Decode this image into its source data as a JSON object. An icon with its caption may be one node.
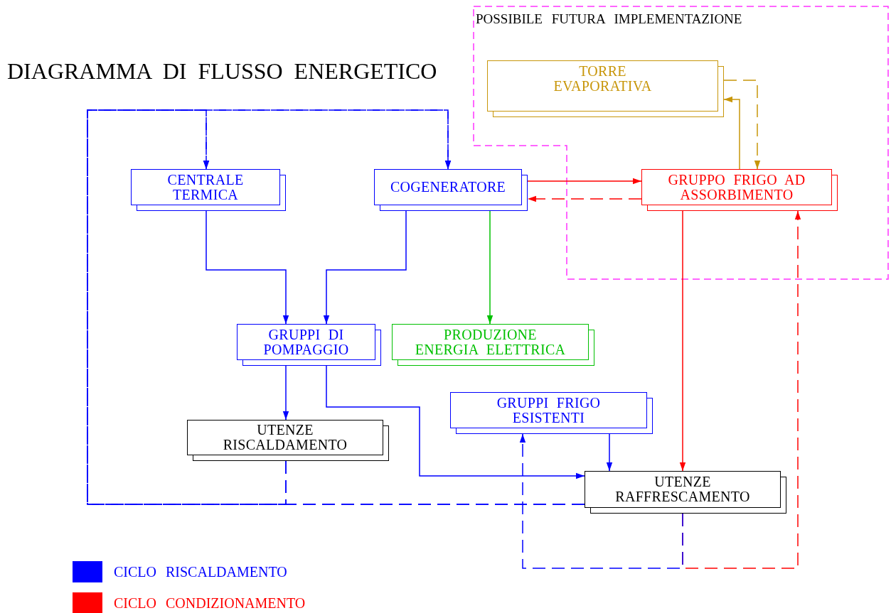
{
  "diagram": {
    "title": "DIAGRAMMA DI FLUSSO ENERGETICO",
    "nodes": [
      {
        "text": [
          "POSSIBILE FUTURA IMPLEMENTAZIONE"
        ]
      },
      {
        "text": [
          "TORRE EVAPORATIVA"
        ],
        "in": 0
      },
      {
        "text": [
          "CENTRALE TERMICA"
        ]
      },
      {
        "text": [
          "COGENERATORE"
        ]
      },
      {
        "text": [
          "GRUPPO FRIGO AD ASSORBIMENTO"
        ],
        "in": 0
      },
      {
        "text": [
          "GRUPPI DI POMPAGGIO"
        ]
      },
      {
        "text": [
          "PRODUZIONE ENERGIA ELETTRICA"
        ]
      },
      {
        "text": [
          "GRUPPI FRIGO ESISTENTI"
        ]
      },
      {
        "text": [
          "UTENZE RISCALDAMENTO"
        ]
      },
      {
        "text": [
          "UTENZE RAFFRESCAMENTO"
        ]
      }
    ],
    "edges": [
      {
        "from": 2,
        "to": 5,
        "arrow": "to"
      },
      {
        "from": 3,
        "to": 5,
        "arrow": "to"
      },
      {
        "from": 3,
        "to": 6,
        "arrow": "to",
        "color": "#00c000"
      },
      {
        "from": 3,
        "to": 4,
        "arrow": "to",
        "color": "#ff0000"
      },
      {
        "from": 4,
        "to": 3,
        "arrow": "to",
        "style": "dashed",
        "color": "#ff0000"
      },
      {
        "from": 4,
        "to": 1,
        "arrow": "to",
        "color": "#c8960a"
      },
      {
        "from": 1,
        "to": 4,
        "arrow": "to",
        "style": "dashed",
        "color": "#c8960a"
      },
      {
        "from": 5,
        "to": 8,
        "arrow": "to"
      },
      {
        "from": 5,
        "to": 9,
        "arrow": "to"
      },
      {
        "from": 7,
        "to": 9,
        "arrow": "to"
      },
      {
        "from": 4,
        "to": 9,
        "arrow": "to",
        "color": "#ff0000"
      },
      {
        "from": 9,
        "to": 4,
        "arrow": "to",
        "style": "dashed",
        "color": "#ff0000"
      },
      {
        "from": 9,
        "to": 7,
        "arrow": "to",
        "style": "dashed"
      },
      {
        "from": 9,
        "to": 2,
        "arrow": "to",
        "style": "dashed"
      },
      {
        "from": 9,
        "to": 3,
        "arrow": "to",
        "style": "dashed"
      },
      {
        "from": 8,
        "to": 2,
        "arrow": "to",
        "style": "dashed"
      },
      {
        "from": 8,
        "to": 3,
        "arrow": "to",
        "style": "dashed"
      }
    ],
    "legend": [
      {
        "text": "CICLO RISCALDAMENTO",
        "color": "#0000ff"
      },
      {
        "text": "CICLO CONDIZIONAMENTO",
        "color": "#ff0000"
      }
    ]
  }
}
